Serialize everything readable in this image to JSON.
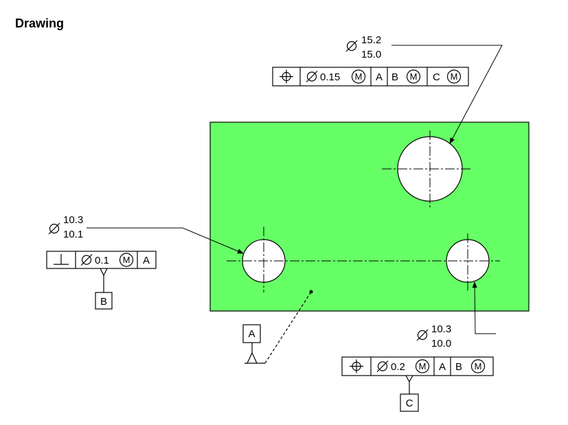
{
  "title": "Drawing",
  "colors": {
    "plate": "#66ff66",
    "line": "#000000",
    "background": "#ffffff"
  },
  "symbols": {
    "diameter": "diameter-symbol",
    "position": "position-symbol",
    "perpendicularity": "perpendicularity-symbol",
    "mmc": "M"
  },
  "large_hole": {
    "size_upper": "15.2",
    "size_lower": "15.0",
    "fcf": {
      "tolerance": "0.15",
      "datum1": "A",
      "datum2": "B",
      "datum3": "C"
    }
  },
  "left_hole": {
    "size_upper": "10.3",
    "size_lower": "10.1",
    "fcf": {
      "tolerance": "0.1",
      "datum1": "A"
    },
    "datum_label": "B"
  },
  "right_hole": {
    "size_upper": "10.3",
    "size_lower": "10.0",
    "fcf": {
      "tolerance": "0.2",
      "datum1": "A",
      "datum2": "B"
    },
    "datum_label": "C"
  },
  "plate": {
    "datum_label": "A"
  }
}
